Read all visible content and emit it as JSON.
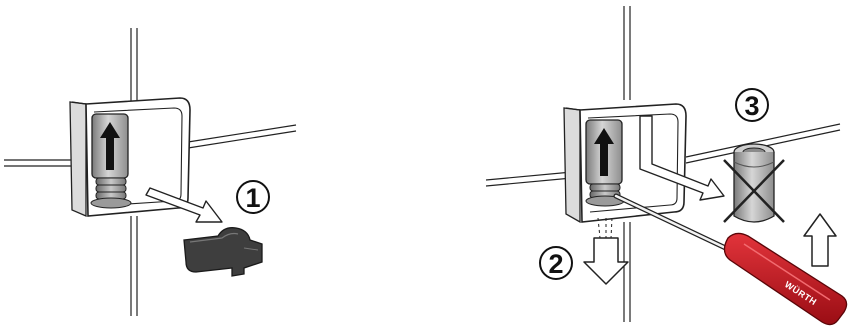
{
  "steps": [
    {
      "number": "1"
    },
    {
      "number": "2"
    },
    {
      "number": "3"
    }
  ],
  "tool": {
    "brand_text": "WÜRTH"
  },
  "colors": {
    "line": "#222222",
    "cap": "#a9a9a9",
    "cap_dark": "#6d6d6d",
    "clip": "#3e3e3e",
    "handle": "#c8141c",
    "handle_dark": "#8a0d12",
    "cross": "#222222"
  }
}
